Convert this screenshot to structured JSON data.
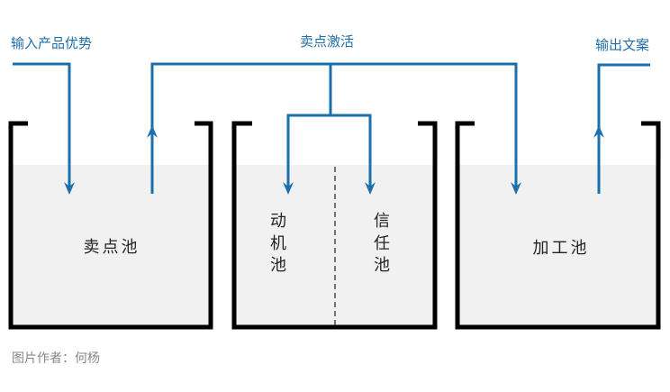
{
  "labels": {
    "input": "输入产品优势",
    "activate": "卖点激活",
    "output": "输出文案"
  },
  "pools": {
    "selling_point": "卖点池",
    "motive": [
      "动",
      "机",
      "池"
    ],
    "trust": [
      "信",
      "任",
      "池"
    ],
    "processing": "加工池"
  },
  "caption": "图片作者：何杨",
  "colors": {
    "flow": "#1a6fad",
    "fill": "#f1f1f2",
    "wall": "#000000"
  }
}
